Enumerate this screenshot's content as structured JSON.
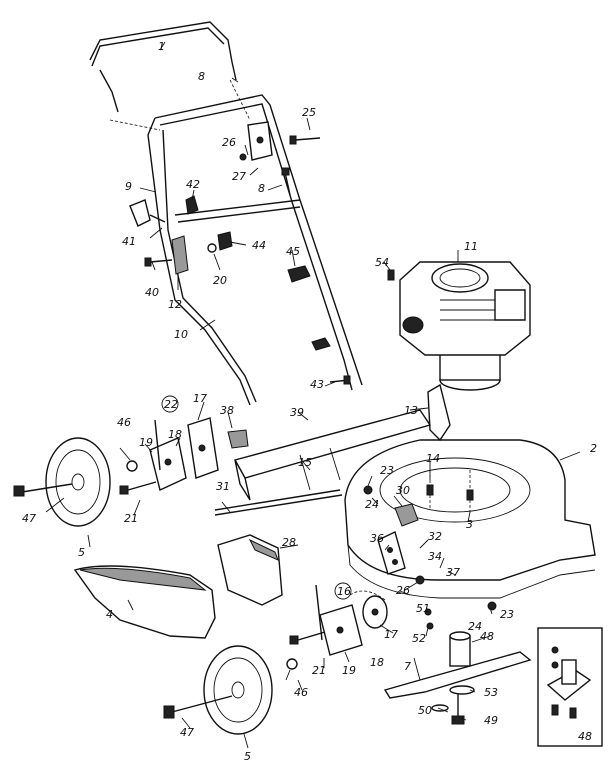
{
  "diagram": {
    "labels": [
      {
        "id": "1",
        "text": "1"
      },
      {
        "id": "8a",
        "text": "8"
      },
      {
        "id": "25",
        "text": "25"
      },
      {
        "id": "26a",
        "text": "26"
      },
      {
        "id": "27",
        "text": "27"
      },
      {
        "id": "8b",
        "text": "8"
      },
      {
        "id": "9",
        "text": "9"
      },
      {
        "id": "42",
        "text": "42"
      },
      {
        "id": "41",
        "text": "41"
      },
      {
        "id": "44",
        "text": "44"
      },
      {
        "id": "45",
        "text": "45"
      },
      {
        "id": "40",
        "text": "40"
      },
      {
        "id": "20",
        "text": "20"
      },
      {
        "id": "12",
        "text": "12"
      },
      {
        "id": "11",
        "text": "11"
      },
      {
        "id": "54",
        "text": "54"
      },
      {
        "id": "10",
        "text": "10"
      },
      {
        "id": "43",
        "text": "43"
      },
      {
        "id": "13",
        "text": "13"
      },
      {
        "id": "22",
        "text": "22"
      },
      {
        "id": "17a",
        "text": "17"
      },
      {
        "id": "38",
        "text": "38"
      },
      {
        "id": "39",
        "text": "39"
      },
      {
        "id": "2",
        "text": "2"
      },
      {
        "id": "46a",
        "text": "46"
      },
      {
        "id": "19a",
        "text": "19"
      },
      {
        "id": "18a",
        "text": "18"
      },
      {
        "id": "15",
        "text": "15"
      },
      {
        "id": "14",
        "text": "14"
      },
      {
        "id": "23a",
        "text": "23"
      },
      {
        "id": "24a",
        "text": "24"
      },
      {
        "id": "30",
        "text": "30"
      },
      {
        "id": "47a",
        "text": "47"
      },
      {
        "id": "21a",
        "text": "21"
      },
      {
        "id": "31",
        "text": "31"
      },
      {
        "id": "3",
        "text": "3"
      },
      {
        "id": "36",
        "text": "36"
      },
      {
        "id": "5a",
        "text": "5"
      },
      {
        "id": "28",
        "text": "28"
      },
      {
        "id": "32",
        "text": "32"
      },
      {
        "id": "34",
        "text": "34"
      },
      {
        "id": "37",
        "text": "37"
      },
      {
        "id": "4",
        "text": "4"
      },
      {
        "id": "26b",
        "text": "26"
      },
      {
        "id": "16",
        "text": "16"
      },
      {
        "id": "51",
        "text": "51"
      },
      {
        "id": "24b",
        "text": "24"
      },
      {
        "id": "23b",
        "text": "23"
      },
      {
        "id": "17b",
        "text": "17"
      },
      {
        "id": "52",
        "text": "52"
      },
      {
        "id": "48a",
        "text": "48"
      },
      {
        "id": "21b",
        "text": "21"
      },
      {
        "id": "19b",
        "text": "19"
      },
      {
        "id": "18b",
        "text": "18"
      },
      {
        "id": "7",
        "text": "7"
      },
      {
        "id": "46b",
        "text": "46"
      },
      {
        "id": "53",
        "text": "53"
      },
      {
        "id": "47b",
        "text": "47"
      },
      {
        "id": "50",
        "text": "50"
      },
      {
        "id": "49",
        "text": "49"
      },
      {
        "id": "48b",
        "text": "48"
      },
      {
        "id": "5b",
        "text": "5"
      }
    ]
  }
}
